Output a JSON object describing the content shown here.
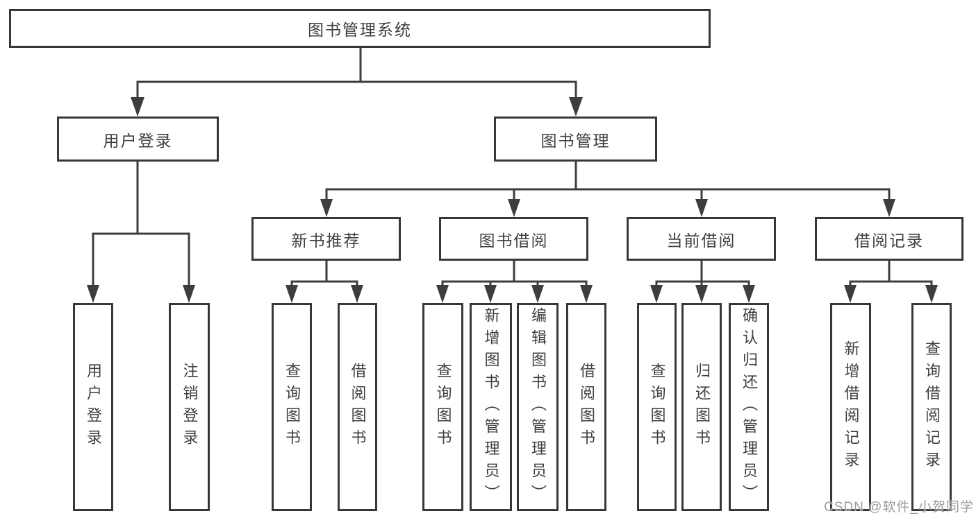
{
  "diagram": {
    "root": {
      "label": "图书管理系统",
      "children": [
        {
          "label": "用户登录",
          "children": [
            {
              "label": "用户登录"
            },
            {
              "label": "注销登录"
            }
          ]
        },
        {
          "label": "图书管理",
          "children": [
            {
              "label": "新书推荐",
              "children": [
                {
                  "label": "查询图书"
                },
                {
                  "label": "借阅图书"
                }
              ]
            },
            {
              "label": "图书借阅",
              "children": [
                {
                  "label": "查询图书"
                },
                {
                  "label": "新增图书（管理员）"
                },
                {
                  "label": "编辑图书（管理员）"
                },
                {
                  "label": "借阅图书"
                }
              ]
            },
            {
              "label": "当前借阅",
              "children": [
                {
                  "label": "查询图书"
                },
                {
                  "label": "归还图书"
                },
                {
                  "label": "确认归还（管理员）"
                }
              ]
            },
            {
              "label": "借阅记录",
              "children": [
                {
                  "label": "新增借阅记录"
                },
                {
                  "label": "查询借阅记录"
                }
              ]
            }
          ]
        }
      ]
    }
  },
  "watermark": {
    "text": "CSDN @软件_小贺同学"
  },
  "colors": {
    "line": "#3d3d3d",
    "box_border": "#383838",
    "text": "#3f3f3f",
    "watermark": "#9c9c9c",
    "canvas": "#ffffff"
  }
}
